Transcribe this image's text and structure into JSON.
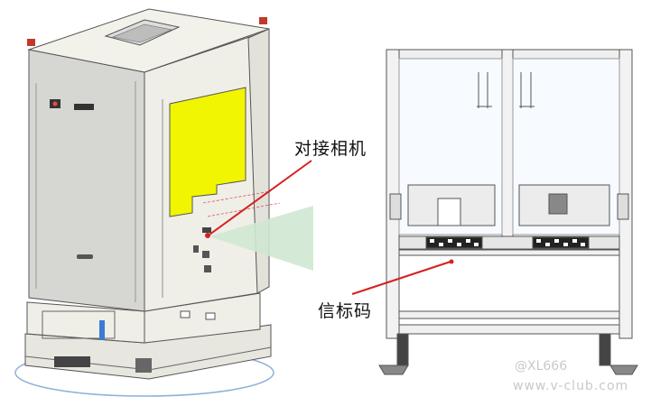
{
  "labels": {
    "docking_camera": "对接相机",
    "marker_code": "信标码"
  },
  "watermark": {
    "user": "@XL666",
    "site": "www.v-club.com"
  },
  "colors": {
    "camera_window": "#f1f500",
    "camera_beam": "#cfe8d2",
    "pointer_line": "#d62020",
    "robot_body": "#ecebe4",
    "frame_line": "#555555"
  }
}
